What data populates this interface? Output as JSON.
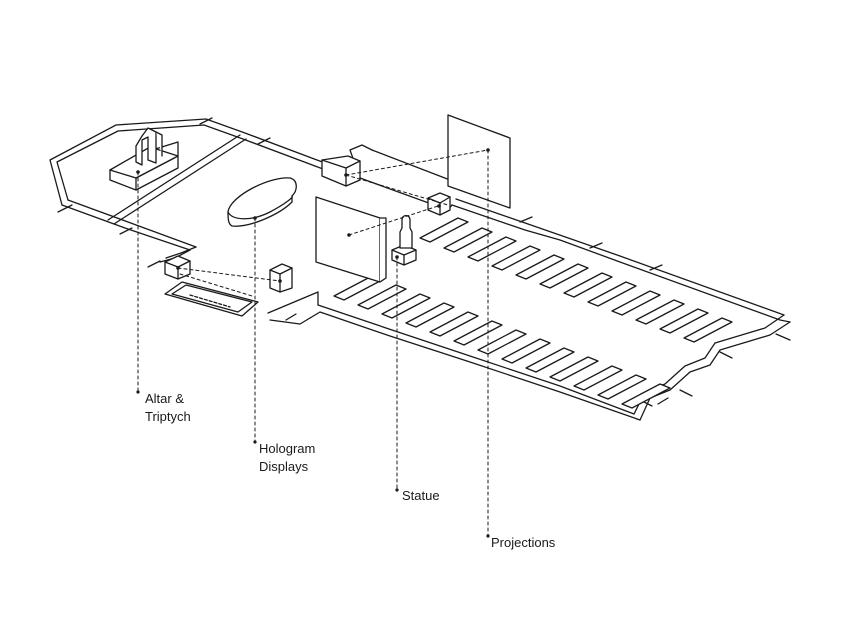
{
  "labels": {
    "altar": {
      "line1": "Altar &",
      "line2": "Triptych"
    },
    "hologram": {
      "line1": "Hologram",
      "line2": "Displays"
    },
    "statue": "Statue",
    "projections": "Projections"
  },
  "colors": {
    "stroke": "#1a1a1a",
    "background": "#ffffff"
  }
}
